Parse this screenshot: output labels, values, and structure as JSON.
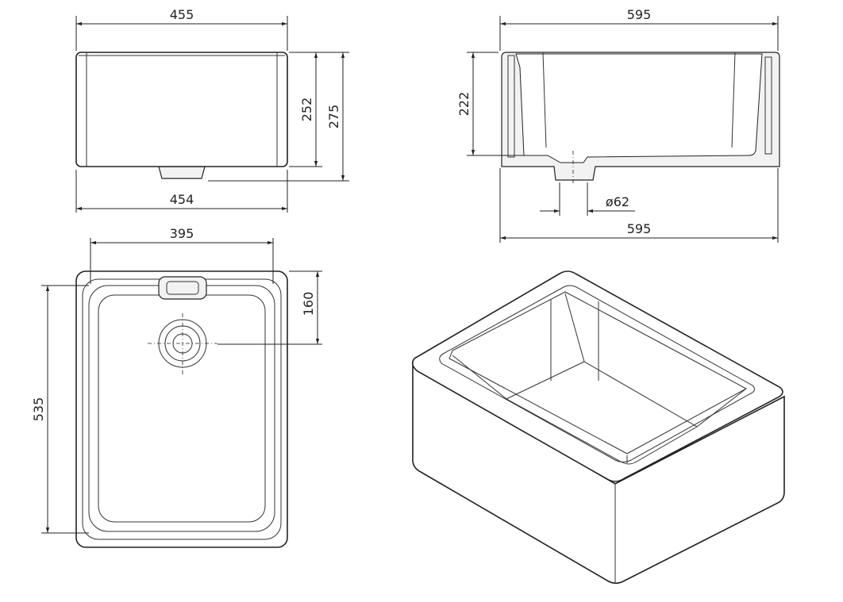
{
  "front_view": {
    "width_top": "455",
    "inner_height": "252",
    "total_height": "275",
    "width_bottom": "454"
  },
  "side_view": {
    "width_top": "595",
    "depth": "222",
    "waste_diameter": "ø62",
    "width_bottom": "595"
  },
  "plan_view": {
    "inner_width": "395",
    "waste_offset": "160",
    "length": "535"
  }
}
